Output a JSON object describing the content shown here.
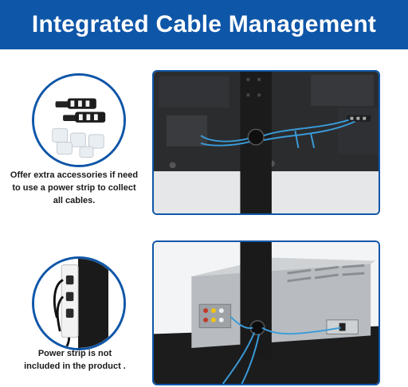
{
  "banner": {
    "title": "Integrated Cable Management"
  },
  "section_top": {
    "caption_lines": [
      "Offer extra accessories if need",
      "to use a power strip to collect",
      "all cables."
    ]
  },
  "section_bottom": {
    "caption_lines": [
      "Power strip is not",
      "included in the product ."
    ]
  },
  "colors": {
    "brand_blue": "#0e56a8",
    "cable_blue": "#3a9bd8"
  }
}
